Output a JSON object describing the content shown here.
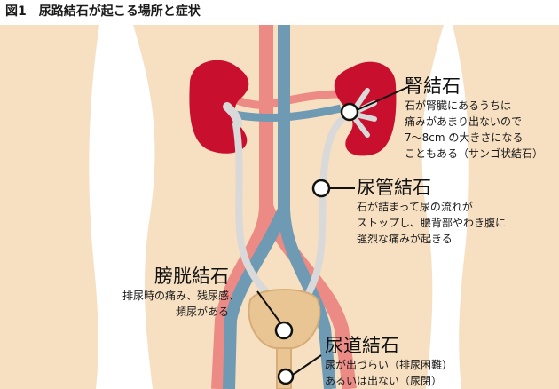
{
  "figure": {
    "title": "図1　尿路結石が起こる場所と症状"
  },
  "colors": {
    "skin": "#f7dfc1",
    "kidney": "#c8102e",
    "artery": "#ec8a86",
    "vein": "#6e9ab3",
    "ureter": "#d9d9d9",
    "bladder": "#e9c594",
    "marker": "#111111"
  },
  "stones": {
    "kidney": {
      "name": "腎結石",
      "desc": [
        "石が腎臓にあるうちは",
        "痛みがあまり出ないので",
        "7～8cm の大きさになる",
        "こともある（サンゴ状結石）"
      ]
    },
    "ureter": {
      "name": "尿管結石",
      "desc": [
        "石が詰まって尿の流れが",
        "ストップし、腰背部やわき腹に",
        "強烈な痛みが起きる"
      ]
    },
    "bladder": {
      "name": "膀胱結石",
      "desc": [
        "排尿時の痛み、残尿感、",
        "頻尿がある"
      ]
    },
    "urethra": {
      "name": "尿道結石",
      "desc": [
        "尿が出づらい（排尿困難）",
        "あるいは出ない（尿閉）"
      ]
    }
  }
}
